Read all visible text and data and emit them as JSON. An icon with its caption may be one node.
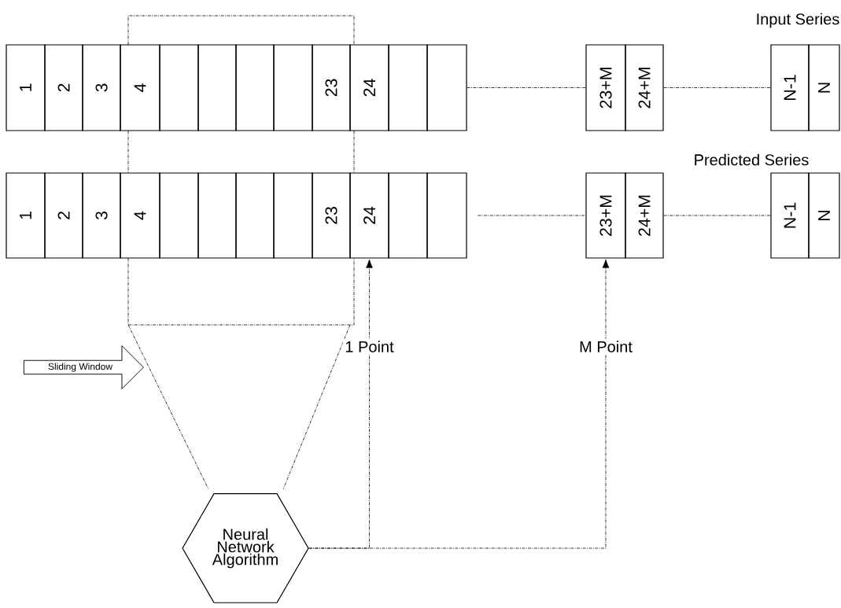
{
  "diagram": {
    "nodes": [
      {
        "text": [
          "1"
        ]
      },
      {
        "text": [
          "2"
        ]
      },
      {
        "text": [
          "3"
        ]
      },
      {
        "text": [
          "4"
        ]
      },
      {
        "text": [],
        "shape": "box"
      },
      {
        "text": [],
        "shape": "box"
      },
      {
        "text": [],
        "shape": "box"
      },
      {
        "text": [],
        "shape": "box"
      },
      {
        "text": [
          "23"
        ]
      },
      {
        "text": [
          "24"
        ]
      },
      {
        "text": [],
        "shape": "box"
      },
      {
        "text": [],
        "shape": "box"
      },
      {
        "text": [
          "23+M"
        ]
      },
      {
        "text": [
          "24+M"
        ]
      },
      {
        "text": [
          "N-1"
        ]
      },
      {
        "text": [
          "N"
        ]
      },
      {
        "text": [
          "1"
        ]
      },
      {
        "text": [
          "2"
        ]
      },
      {
        "text": [
          "3"
        ]
      },
      {
        "text": [
          "4"
        ]
      },
      {
        "text": [],
        "shape": "box"
      },
      {
        "text": [],
        "shape": "box"
      },
      {
        "text": [],
        "shape": "box"
      },
      {
        "text": [],
        "shape": "box"
      },
      {
        "text": [
          "23"
        ]
      },
      {
        "text": [
          "24"
        ]
      },
      {
        "text": [],
        "shape": "box"
      },
      {
        "text": [],
        "shape": "box"
      },
      {
        "text": [
          "23+M"
        ]
      },
      {
        "text": [
          "24+M"
        ]
      },
      {
        "text": [
          "N-1"
        ]
      },
      {
        "text": [
          "N"
        ]
      },
      {
        "text": [
          "Sliding Window"
        ]
      },
      {
        "text": [
          "Neural Network Algorithm"
        ]
      }
    ],
    "edges": [
      {
        "from": 11,
        "to": 12,
        "arrow": "none"
      },
      {
        "from": 13,
        "to": 14,
        "arrow": "none"
      },
      {
        "from": null,
        "to": 28,
        "arrow": "none"
      },
      {
        "from": 29,
        "to": 30,
        "arrow": "none"
      },
      {
        "from": 33,
        "to": 25,
        "arrow": "to",
        "label": "1 Point"
      },
      {
        "from": 33,
        "to": 28,
        "arrow": "to",
        "label": "M Point"
      }
    ],
    "labels": [
      "Input Series",
      "Predicted Series"
    ]
  }
}
